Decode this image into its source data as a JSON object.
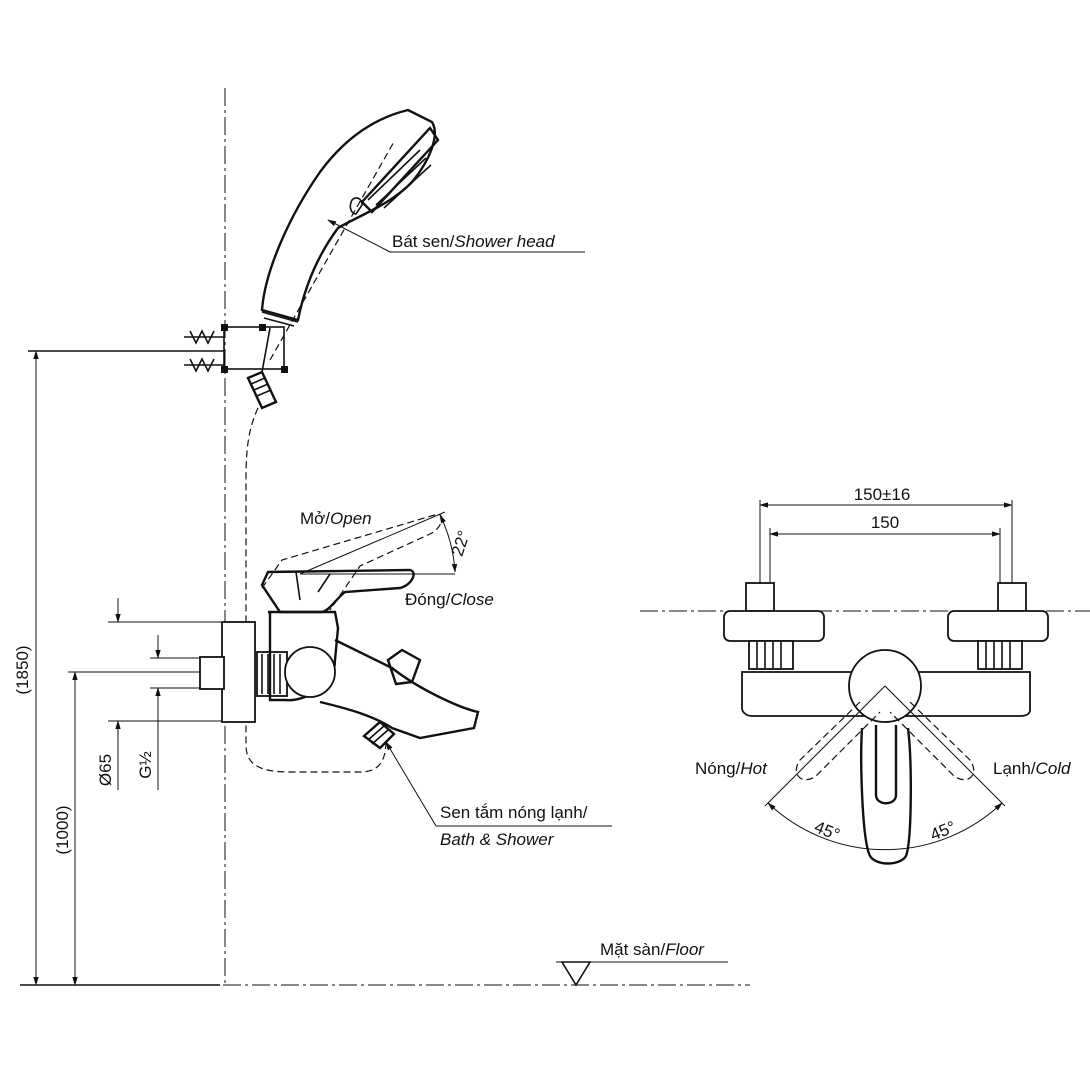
{
  "labels": {
    "shower_head_vi": "Bát sen/",
    "shower_head_en": "Shower head",
    "open_vi": "Mở/",
    "open_en": "Open",
    "open_angle": "22°",
    "close_vi": "Đóng/",
    "close_en": "Close",
    "bath_vi": "Sen tắm nóng lạnh/",
    "bath_en": "Bath & Shower",
    "floor_vi": "Mặt sàn/",
    "floor_en": "Floor",
    "hot_vi": "Nóng/",
    "hot_en": "Hot",
    "cold_vi": "Lạnh/",
    "cold_en": "Cold",
    "angle_left": "45°",
    "angle_right": "45°"
  },
  "dimensions": {
    "total_height": "(1850)",
    "mixer_height": "(1000)",
    "diameter": "Ø65",
    "thread": "G½",
    "outer_spacing": "150±16",
    "inner_spacing": "150"
  }
}
